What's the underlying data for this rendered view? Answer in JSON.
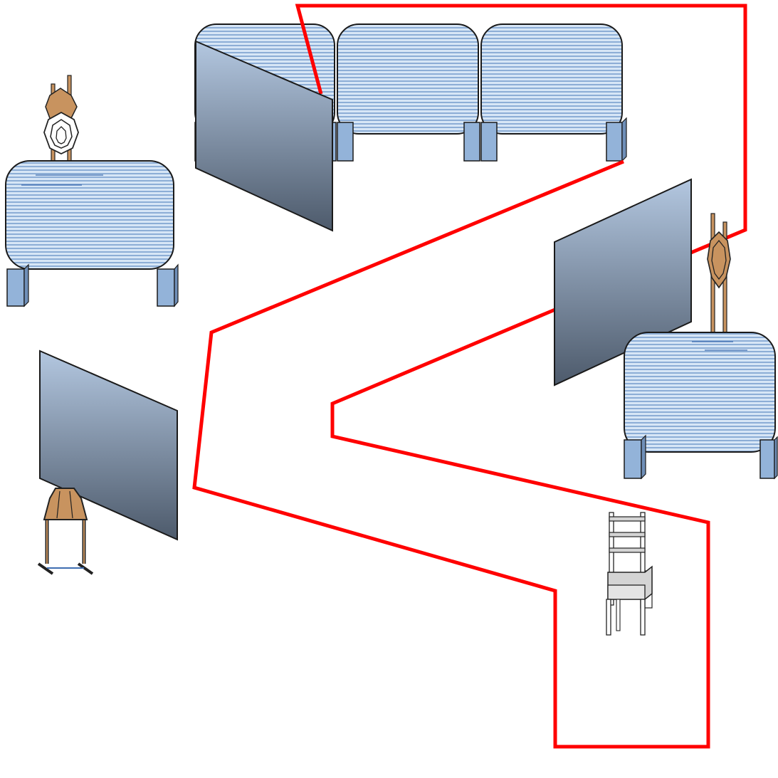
{
  "diagram": {
    "background_color": "#ffffff",
    "colors": {
      "path_line": "#ff0000",
      "barrel_fill": "#d7e6f6",
      "barrel_stripes": "#6d95c8",
      "barrel_outline": "#1a1a1a",
      "leg_fill": "#93b3d9",
      "wall_top": "#b3c7e0",
      "wall_bottom": "#4d5a6b",
      "target_fill": "#c8935f",
      "chair_fill": "#d4d4d4"
    },
    "elements": [
      {
        "kind": "barrel",
        "label": ""
      },
      {
        "kind": "barrel",
        "label": ""
      },
      {
        "kind": "barrel",
        "label": ""
      },
      {
        "kind": "barrel",
        "label": ""
      },
      {
        "kind": "barrel",
        "label": ""
      },
      {
        "kind": "wall",
        "label": ""
      },
      {
        "kind": "wall",
        "label": ""
      },
      {
        "kind": "wall",
        "label": ""
      },
      {
        "kind": "target",
        "label": ""
      },
      {
        "kind": "target",
        "label": ""
      },
      {
        "kind": "target",
        "label": ""
      },
      {
        "kind": "target",
        "label": ""
      },
      {
        "kind": "chair",
        "label": ""
      }
    ]
  }
}
